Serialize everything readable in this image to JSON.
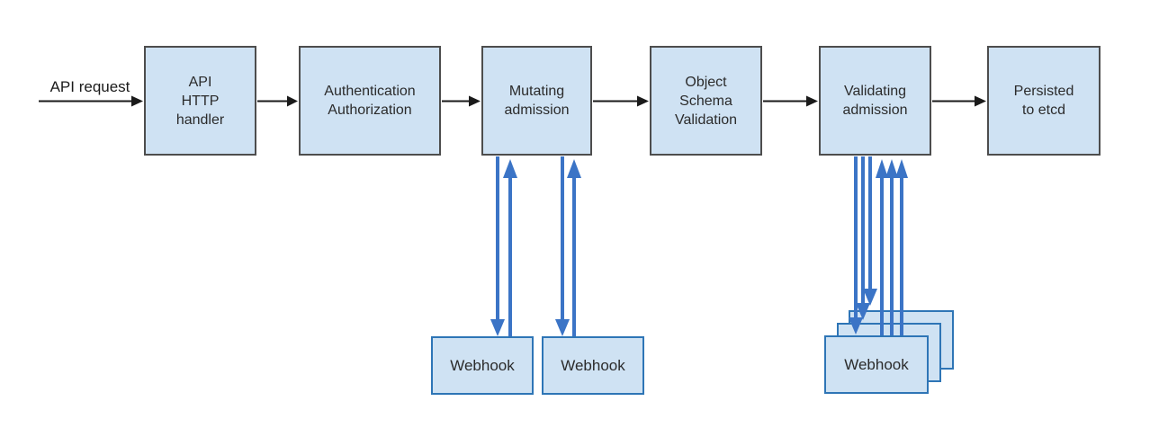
{
  "request_label": "API request",
  "pipeline": [
    {
      "id": "api-http-handler",
      "label": "API\nHTTP\nhandler"
    },
    {
      "id": "authentication-authorization",
      "label": "Authentication\nAuthorization"
    },
    {
      "id": "mutating-admission",
      "label": "Mutating\nadmission"
    },
    {
      "id": "object-schema-validation",
      "label": "Object\nSchema\nValidation"
    },
    {
      "id": "validating-admission",
      "label": "Validating\nadmission"
    },
    {
      "id": "persisted-to-etcd",
      "label": "Persisted\nto etcd"
    }
  ],
  "webhooks": {
    "mutating": [
      {
        "label": "Webhook"
      },
      {
        "label": "Webhook"
      }
    ],
    "validating_stack_front": {
      "label": "Webhook"
    },
    "validating_stack_count": 3
  },
  "colors": {
    "box_fill": "#cfe2f3",
    "pipeline_box_border": "#4d4d4d",
    "webhook_box_border": "#2e75b6",
    "blue_arrow": "#3b74c6",
    "black_arrow": "#1a1a1a",
    "text": "#2b2b2b"
  }
}
